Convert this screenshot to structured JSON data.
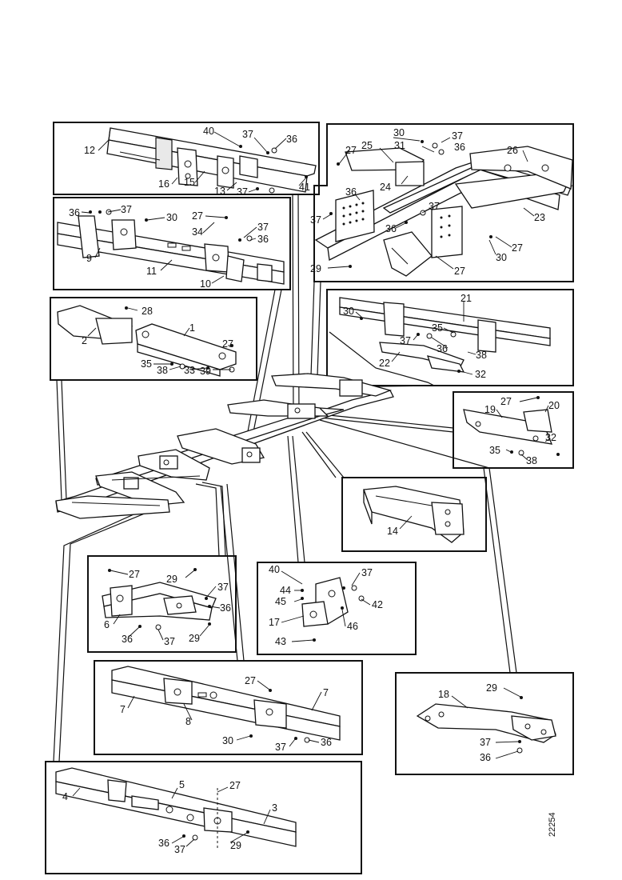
{
  "drawing_code": "22254",
  "panels": [
    {
      "id": "rear-crossmember",
      "callouts": [
        "12",
        "40",
        "37",
        "36",
        "16",
        "15",
        "13",
        "37",
        "41"
      ]
    },
    {
      "id": "rear-frame-section",
      "callouts": [
        "30",
        "37",
        "27",
        "25",
        "31",
        "36",
        "26",
        "36",
        "24",
        "37",
        "37",
        "23",
        "36",
        "27",
        "30",
        "29",
        "27"
      ]
    },
    {
      "id": "spring-bracket-crossmember",
      "callouts": [
        "36",
        "37",
        "30",
        "27",
        "34",
        "37",
        "36",
        "9",
        "11",
        "10"
      ]
    },
    {
      "id": "front-crossmember",
      "callouts": [
        "28",
        "1",
        "2",
        "27",
        "35",
        "38",
        "33",
        "39"
      ]
    },
    {
      "id": "upper-crossmember",
      "callouts": [
        "21",
        "30",
        "35",
        "37",
        "36",
        "38",
        "22",
        "32"
      ]
    },
    {
      "id": "side-bracket",
      "callouts": [
        "27",
        "20",
        "19",
        "32",
        "35",
        "38"
      ]
    },
    {
      "id": "engine-crossmember",
      "callouts": [
        "14"
      ]
    },
    {
      "id": "bracket-assembly",
      "callouts": [
        "27",
        "29",
        "37",
        "36",
        "6",
        "36",
        "37",
        "29"
      ]
    },
    {
      "id": "engine-mount",
      "callouts": [
        "40",
        "37",
        "44",
        "45",
        "42",
        "17",
        "46",
        "43"
      ]
    },
    {
      "id": "mid-crossmember",
      "callouts": [
        "27",
        "7",
        "7",
        "8",
        "30",
        "37",
        "36"
      ]
    },
    {
      "id": "rear-bracket",
      "callouts": [
        "18",
        "29",
        "37",
        "36"
      ]
    },
    {
      "id": "front-frame-section",
      "callouts": [
        "4",
        "5",
        "27",
        "3",
        "36",
        "37",
        "29"
      ]
    }
  ]
}
